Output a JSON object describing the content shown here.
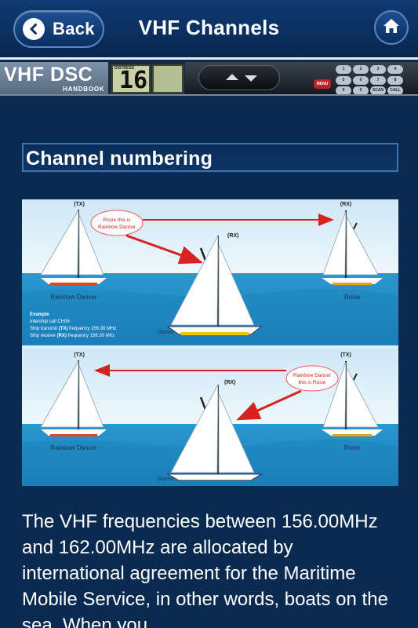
{
  "nav": {
    "back_label": "Back",
    "title": "VHF Channels"
  },
  "banner": {
    "title": "VHF DSC",
    "subtitle": "HANDBOOK",
    "lcd_label": "DISTRESS",
    "lcd_channel": "16",
    "keypad": [
      "1",
      "2",
      "3",
      "4",
      "5",
      "6",
      "7",
      "8",
      "9",
      "0",
      "SCAN",
      "CALL"
    ],
    "red_key": "MENU"
  },
  "section": {
    "heading": "Channel numbering"
  },
  "diagram": {
    "top": {
      "tx_label": "(TX)",
      "rx_label": "(RX)",
      "rx_right_label": "(RX)",
      "bubble_line1": "Rosie this is",
      "bubble_line2": "Rainbow Dancer",
      "boat_left": "Rainbow Dancer",
      "boat_right": "Rosie",
      "boat_center": "Gizmo",
      "example_title": "Example",
      "example_line1": "Intership call CH06",
      "example_line2_a": "Ship transmit ",
      "example_line2_b": "(TX)",
      "example_line2_c": " frequency 156.30 MHz",
      "example_line3_a": "Ship receive ",
      "example_line3_b": "(RX)",
      "example_line3_c": " frequency 156.30 Mhz"
    },
    "bottom": {
      "tx_label": "(TX)",
      "rx_label": "(RX)",
      "tx_right_label": "(TX)",
      "bubble_line1": "Rainbow Dancer",
      "bubble_line2": "this is Rosie",
      "boat_left": "Rainbow Dancer",
      "boat_right": "Rosie",
      "boat_center": "Gizmo"
    }
  },
  "body": {
    "paragraph": "The VHF frequencies between 156.00MHz and 162.00MHz are allocated by international agreement for the Maritime Mobile Service, in other words, boats on the sea. When you"
  },
  "colors": {
    "background": "#0b2a4f",
    "arrow_red": "#d6231f",
    "sea": "#1f8bc4",
    "sky": "#dbeef9"
  }
}
